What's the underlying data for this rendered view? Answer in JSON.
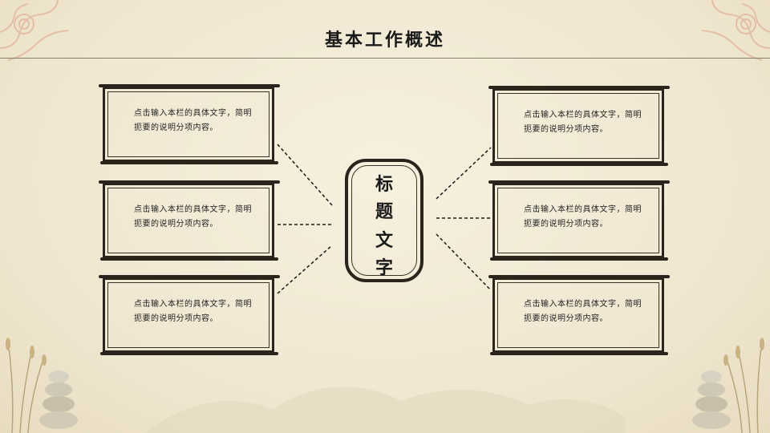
{
  "slide": {
    "title": "基本工作概述",
    "center_chars": [
      "标",
      "题",
      "文",
      "字"
    ],
    "boxes": [
      {
        "text": "点击输入本栏的具体文字，简明扼要的说明分项内容。"
      },
      {
        "text": "点击输入本栏的具体文字，简明扼要的说明分项内容。"
      },
      {
        "text": "点击输入本栏的具体文字，简明扼要的说明分项内容。"
      },
      {
        "text": "点击输入本栏的具体文字，简明扼要的说明分项内容。"
      },
      {
        "text": "点击输入本栏的具体文字，简明扼要的说明分项内容。"
      },
      {
        "text": "点击输入本栏的具体文字，简明扼要的说明分项内容。"
      }
    ]
  },
  "colors": {
    "ink": "#2a241c",
    "paper": "#f3ecd9",
    "ornament": "#e8c7b0"
  },
  "icons": [
    "corner-ornament-icon",
    "stones-icon",
    "reed-icon"
  ]
}
